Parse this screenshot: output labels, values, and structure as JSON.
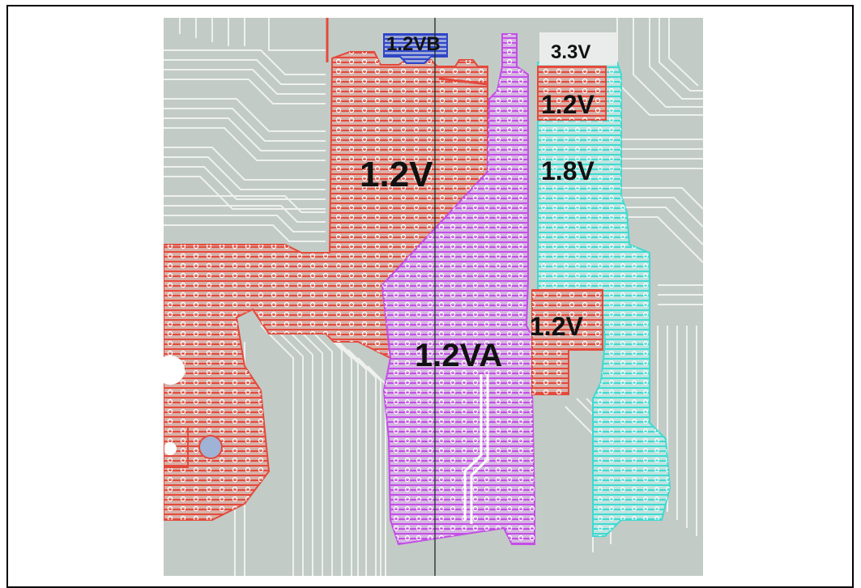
{
  "figure": {
    "labels": {
      "v12b": "1.2VB",
      "v33": "3.3V",
      "v12_top_right": "1.2V",
      "v12_main": "1.2V",
      "v18": "1.8V",
      "v12_mid_right": "1.2V",
      "v12a": "1.2VA"
    },
    "colors": {
      "board": "#c3cbc6",
      "trace": "#eef1ef",
      "plane_1v2": "#e44a3c",
      "plane_1v2a": "#c34ee6",
      "plane_1v8": "#3fdad0",
      "plane_1v2b": "#2f45c8",
      "outline": "#000000"
    }
  }
}
